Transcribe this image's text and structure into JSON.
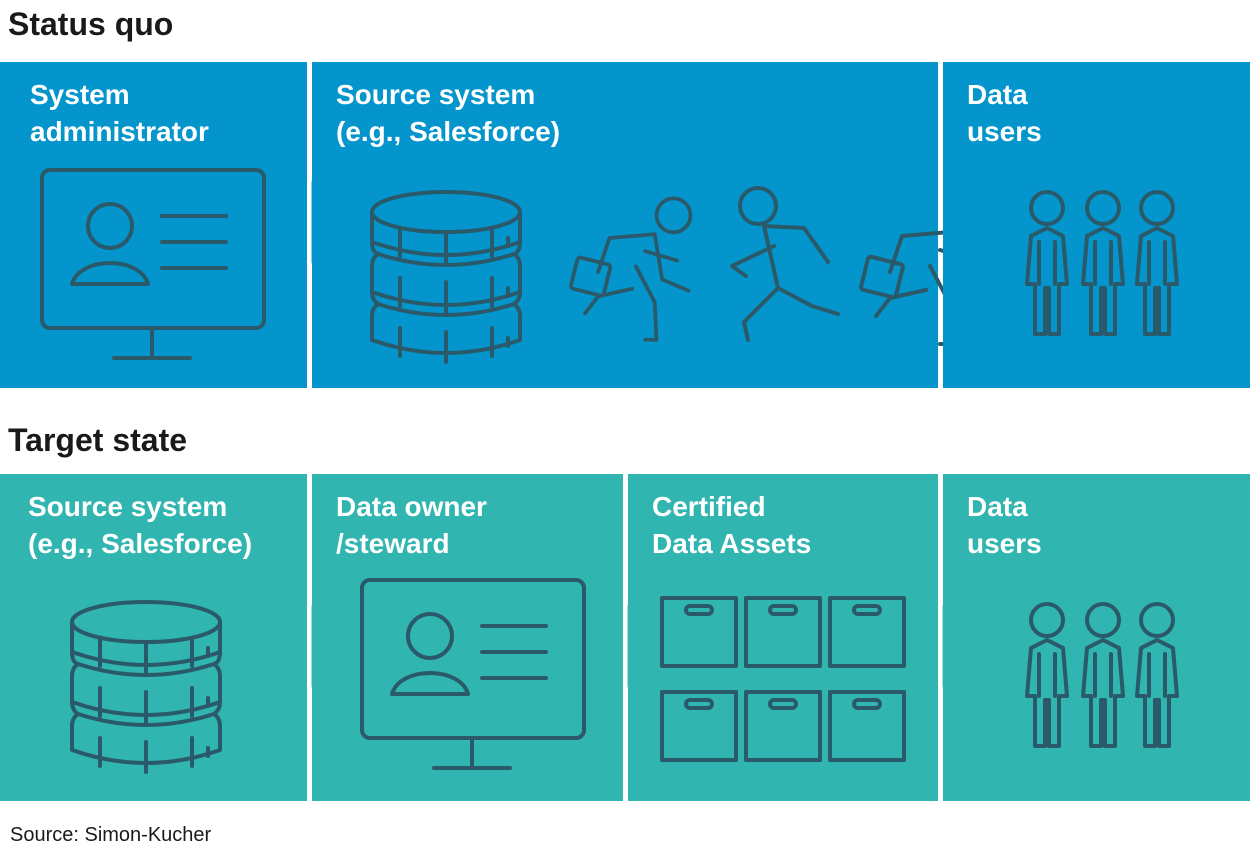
{
  "status_quo": {
    "title": "Status quo",
    "panels": [
      {
        "line1": "System",
        "line2": "administrator",
        "icon": "computer-profile-icon"
      },
      {
        "line1": "Source system",
        "line2": "(e.g., Salesforce)",
        "icon": "database-running-people-icon"
      },
      {
        "line1": "Data",
        "line2": "users",
        "icon": "people-group-icon"
      }
    ]
  },
  "target_state": {
    "title": "Target state",
    "panels": [
      {
        "line1": "Source system",
        "line2": "(e.g., Salesforce)",
        "icon": "database-icon"
      },
      {
        "line1": "Data owner",
        "line2": "/steward",
        "icon": "computer-profile-icon"
      },
      {
        "line1": "Certified",
        "line2": "Data Assets",
        "icon": "boxes-icon"
      },
      {
        "line1": "Data",
        "line2": "users",
        "icon": "people-group-icon"
      }
    ]
  },
  "colors": {
    "status_quo": "#0395cc",
    "target_state": "#31b5b0",
    "icon_stroke": "#2a5a6a"
  },
  "source": "Source: Simon-Kucher"
}
